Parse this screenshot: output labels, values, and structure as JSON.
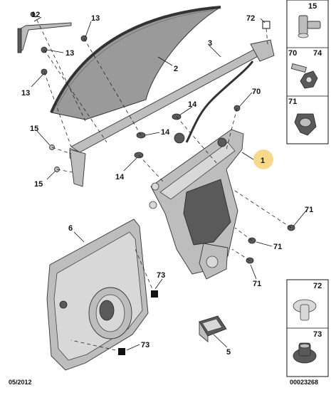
{
  "callouts": {
    "c12": "12",
    "c13a": "13",
    "c13b": "13",
    "c13c": "13",
    "c2": "2",
    "c3": "3",
    "c72": "72",
    "c70": "70",
    "c14a": "14",
    "c14b": "14",
    "c14c": "14",
    "c15a": "15",
    "c15b": "15",
    "c1": "1",
    "c71a": "71",
    "c71b": "71",
    "c71c": "71",
    "c6": "6",
    "c73a": "73",
    "c73b": "73",
    "c5": "5"
  },
  "side_panel": {
    "p15": "15",
    "p70": "70",
    "p74": "74",
    "p71": "71",
    "p72": "72",
    "p73": "73"
  },
  "footer": {
    "date": "05/2012",
    "reference": "00023268"
  },
  "colors": {
    "highlight_badge": "#f7d98a",
    "glass": "#9a9a9a",
    "line": "#111111"
  }
}
